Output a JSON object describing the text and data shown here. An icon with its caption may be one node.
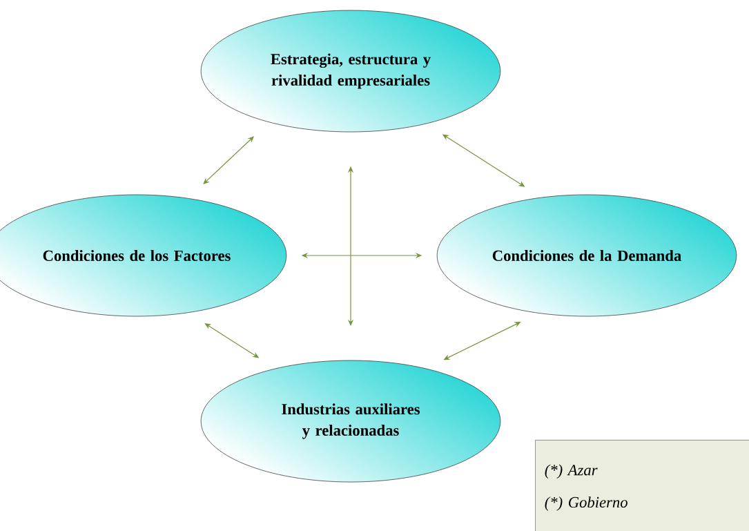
{
  "diagram": {
    "nodes": [
      {
        "text": [
          "Estrategia, estructura y rivalidad empresariales"
        ]
      },
      {
        "text": [
          "Condiciones de los Factores"
        ]
      },
      {
        "text": [
          "Condiciones de la Demanda"
        ]
      },
      {
        "text": [
          "Industrias auxiliares y relacionadas"
        ]
      },
      {
        "text": [
          "(*) Azar",
          "(*) Gobierno"
        ]
      }
    ],
    "edges": [
      {
        "from": 0,
        "to": 1,
        "arrow": "both"
      },
      {
        "from": 0,
        "to": 2,
        "arrow": "both"
      },
      {
        "from": 0,
        "to": 3,
        "arrow": "both"
      },
      {
        "from": 1,
        "to": 2,
        "arrow": "both"
      },
      {
        "from": 1,
        "to": 3,
        "arrow": "both"
      },
      {
        "from": 2,
        "to": 3,
        "arrow": "both"
      }
    ]
  }
}
